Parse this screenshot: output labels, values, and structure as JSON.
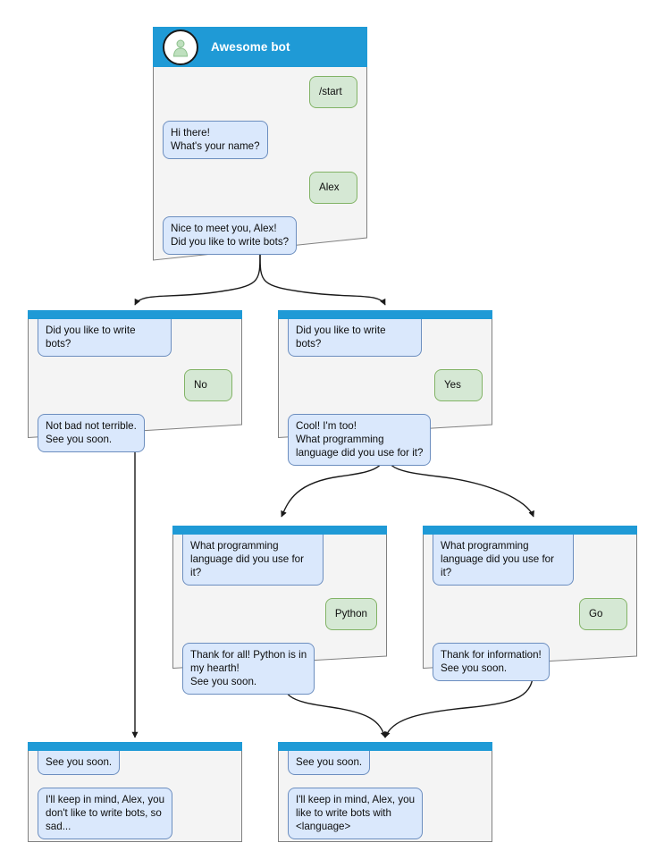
{
  "diagram": {
    "title": "Awesome bot dialog flow",
    "type": "bot-conversation-flowchart",
    "colors": {
      "header": "#1f9ad6",
      "node_bg": "#f4f4f4",
      "node_border": "#808080",
      "bot_bubble_bg": "#dae8fc",
      "bot_bubble_border": "#6c8ebf",
      "user_bubble_bg": "#d5e8d4",
      "user_bubble_border": "#82b366",
      "edge": "#1a1a1a",
      "page_bg": "#ffffff"
    }
  },
  "root": {
    "header": {
      "bot_name": "Awesome bot",
      "avatar_icon": "person-avatar-icon"
    },
    "messages": [
      {
        "from": "user",
        "text": "/start"
      },
      {
        "from": "bot",
        "text": "Hi there!\nWhat's your name?"
      },
      {
        "from": "user",
        "text": "Alex"
      },
      {
        "from": "bot",
        "text": "Nice to meet you, Alex!\nDid you like to write bots?"
      }
    ]
  },
  "nodes": [
    {
      "id": "no-branch",
      "messages": [
        {
          "from": "bot",
          "text": "Did you like to write bots?",
          "clipped": true
        },
        {
          "from": "user",
          "text": "No"
        },
        {
          "from": "bot",
          "text": "Not bad not terrible.\nSee you soon."
        }
      ]
    },
    {
      "id": "yes-branch",
      "messages": [
        {
          "from": "bot",
          "text": "Did you like to write bots?",
          "clipped": true
        },
        {
          "from": "user",
          "text": "Yes"
        },
        {
          "from": "bot",
          "text": "Cool! I'm too!\nWhat programming\nlanguage did you use for it?"
        }
      ]
    },
    {
      "id": "python-branch",
      "messages": [
        {
          "from": "bot",
          "text": "What programming\nlanguage did you use for it?",
          "clipped": true
        },
        {
          "from": "user",
          "text": "Python"
        },
        {
          "from": "bot",
          "text": "Thank for all! Python is in\nmy hearth!\nSee you soon."
        }
      ]
    },
    {
      "id": "go-branch",
      "messages": [
        {
          "from": "bot",
          "text": "What programming\nlanguage did you use for it?",
          "clipped": true
        },
        {
          "from": "user",
          "text": "Go"
        },
        {
          "from": "bot",
          "text": "Thank for information!\nSee you soon."
        }
      ]
    },
    {
      "id": "end-no",
      "messages": [
        {
          "from": "bot",
          "text": "See you soon.",
          "clipped": true
        },
        {
          "from": "bot",
          "text": "I'll keep in mind, Alex, you\ndon't like to write bots, so\nsad..."
        }
      ]
    },
    {
      "id": "end-yes",
      "messages": [
        {
          "from": "bot",
          "text": "See you soon.",
          "clipped": true
        },
        {
          "from": "bot",
          "text": "I'll keep in mind, Alex, you\nlike to write bots with\n<language>"
        }
      ]
    }
  ]
}
